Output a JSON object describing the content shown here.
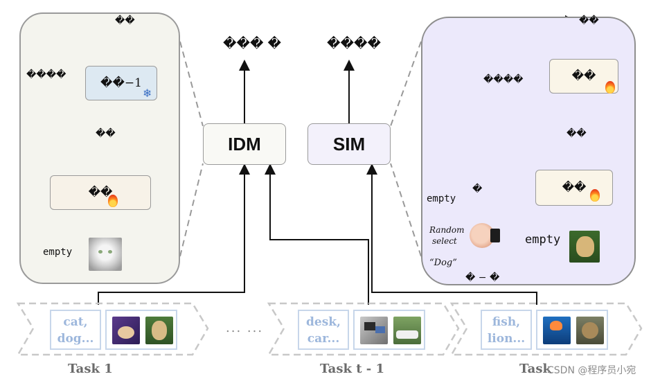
{
  "blocks": {
    "idm": "IDM",
    "sim": "SIM"
  },
  "tasks": [
    {
      "text_line1": "cat,",
      "text_line2": "dog...",
      "label": "Task 1"
    },
    {
      "text_line1": "desk,",
      "text_line2": "car...",
      "label": "Task t - 1"
    },
    {
      "text_line1": "fish,",
      "text_line2": "lion...",
      "label": "Task"
    }
  ],
  "ellipsis": "... ...",
  "left_panel": {
    "empty": "empty",
    "frozen_symbol": "��−1",
    "enc_symbol": "��",
    "top_output": "��",
    "middle_output": "��",
    "side_label": "����"
  },
  "right_panel": {
    "empty_small": "empty",
    "empty_big": "empty",
    "random_line1": "Random",
    "random_line2": "select",
    "dog": "“Dog”",
    "small_label_top": "�",
    "small_label_bottom": "� − �",
    "enc_top_symbol": "��",
    "enc_bottom_symbol": "��",
    "top_output": "��",
    "middle_output": "��",
    "side_label": "����"
  },
  "outputs": {
    "idm": "��� �",
    "sim": "����"
  },
  "watermark": "CSDN @程序员小宛"
}
